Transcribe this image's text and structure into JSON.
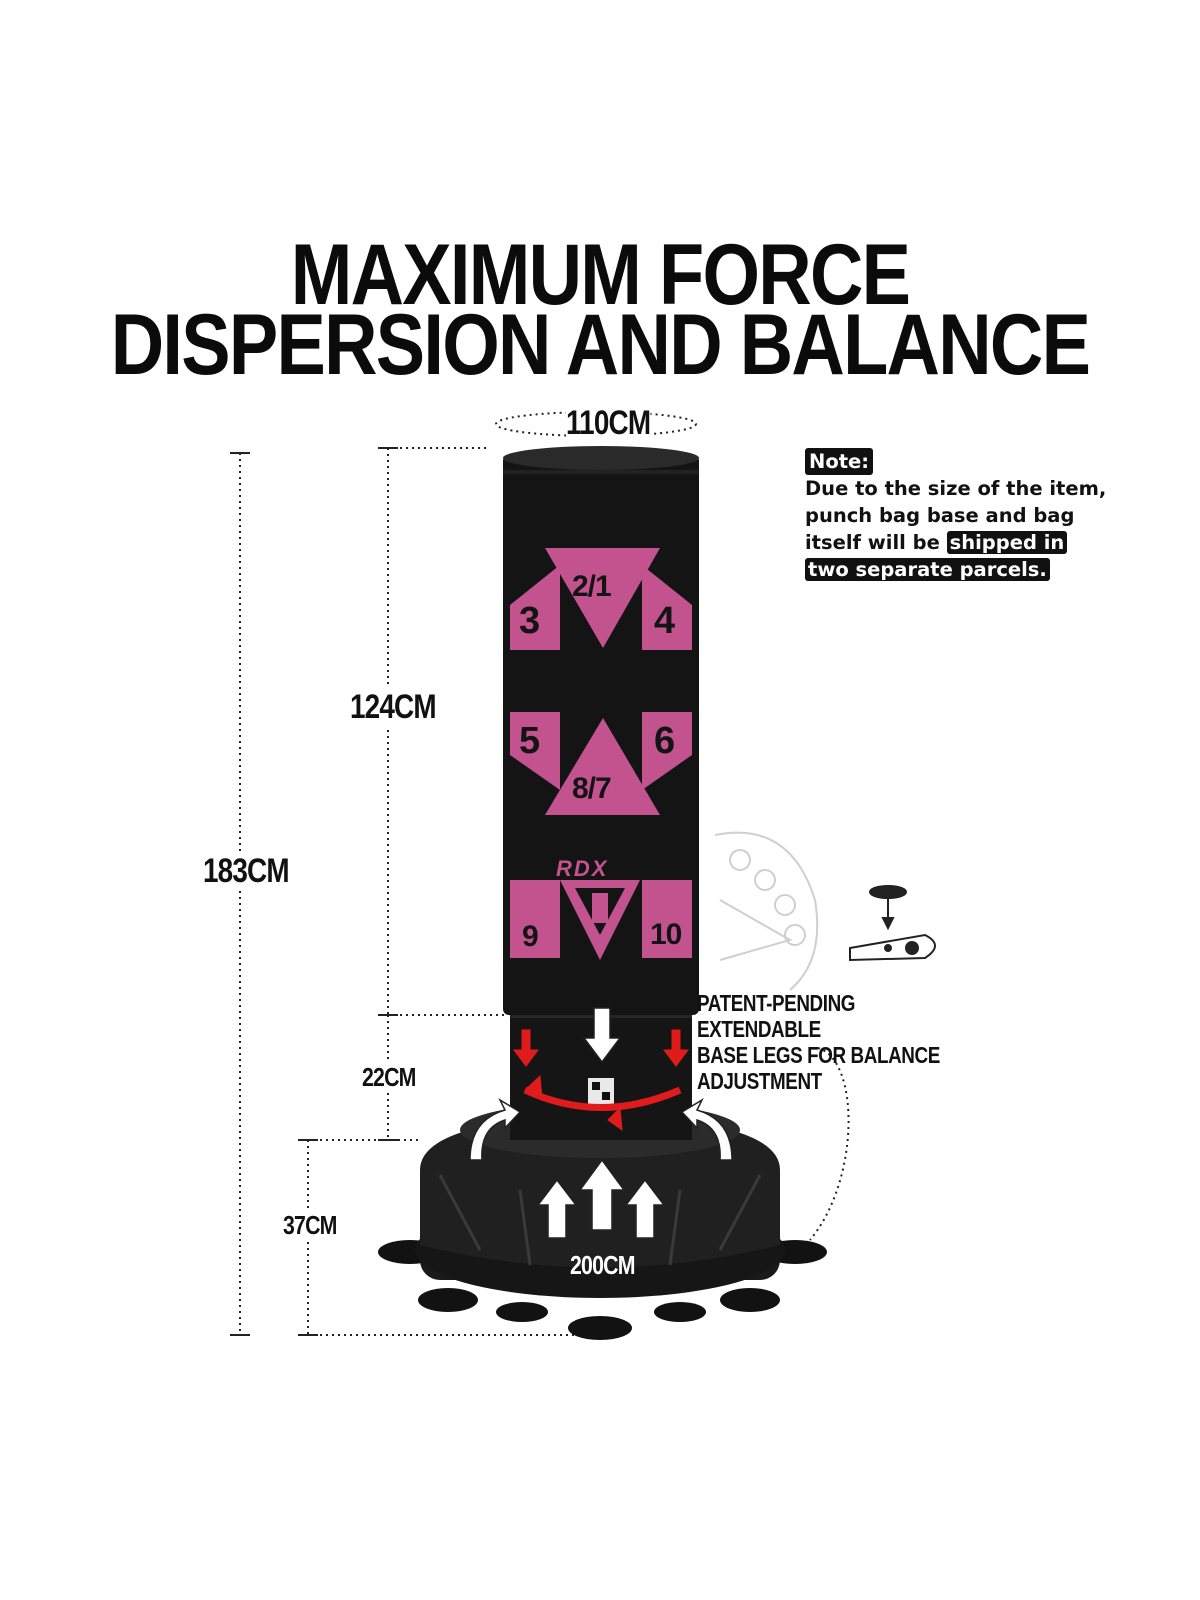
{
  "title": {
    "line1": "MAXIMUM FORCE",
    "line2": "DISPERSION AND BALANCE"
  },
  "dimensions": {
    "circumference": "110CM",
    "total_height": "183CM",
    "bag_height": "124CM",
    "neck_height": "22CM",
    "base_height": "37CM",
    "base_width": "200CM"
  },
  "note": {
    "label": "Note:",
    "line1": "Due to the size of the item,",
    "line2": "punch bag base and bag",
    "line3_plain": "itself will be ",
    "line3_highlight": "shipped in",
    "line4_highlight": "two separate parcels."
  },
  "patent": {
    "line1": "PATENT-PENDING EXTENDABLE",
    "line2": "BASE LEGS FOR BALANCE",
    "line3": "ADJUSTMENT"
  },
  "bag": {
    "brand": "RDX",
    "zones": [
      "2/1",
      "3",
      "4",
      "5",
      "8/7",
      "6",
      "9",
      "10"
    ]
  },
  "colors": {
    "bag_black": "#141414",
    "zone_pink": "#c2538f",
    "arrow_red": "#e01b1b",
    "base_black": "#1c1c1c"
  }
}
